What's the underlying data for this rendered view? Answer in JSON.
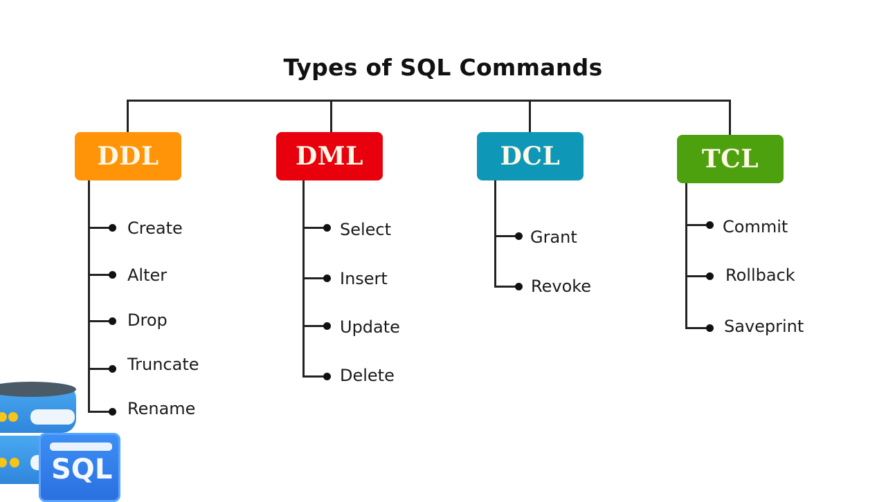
{
  "diagram": {
    "title": "Types of SQL Commands",
    "categories": [
      {
        "label": "DDL",
        "color": "#ff9408",
        "items": [
          "Create",
          "Alter",
          "Drop",
          "Truncate",
          "Rename"
        ]
      },
      {
        "label": "DML",
        "color": "#e8000d",
        "items": [
          "Select",
          "Insert",
          "Update",
          "Delete"
        ]
      },
      {
        "label": "DCL",
        "color": "#0f97b7",
        "items": [
          "Grant",
          "Revoke"
        ]
      },
      {
        "label": "TCL",
        "color": "#4ea10e",
        "items": [
          "Commit",
          "Rollback",
          "Saveprint"
        ]
      }
    ],
    "illustration": {
      "label": "SQL",
      "icon": "database-icon"
    }
  }
}
